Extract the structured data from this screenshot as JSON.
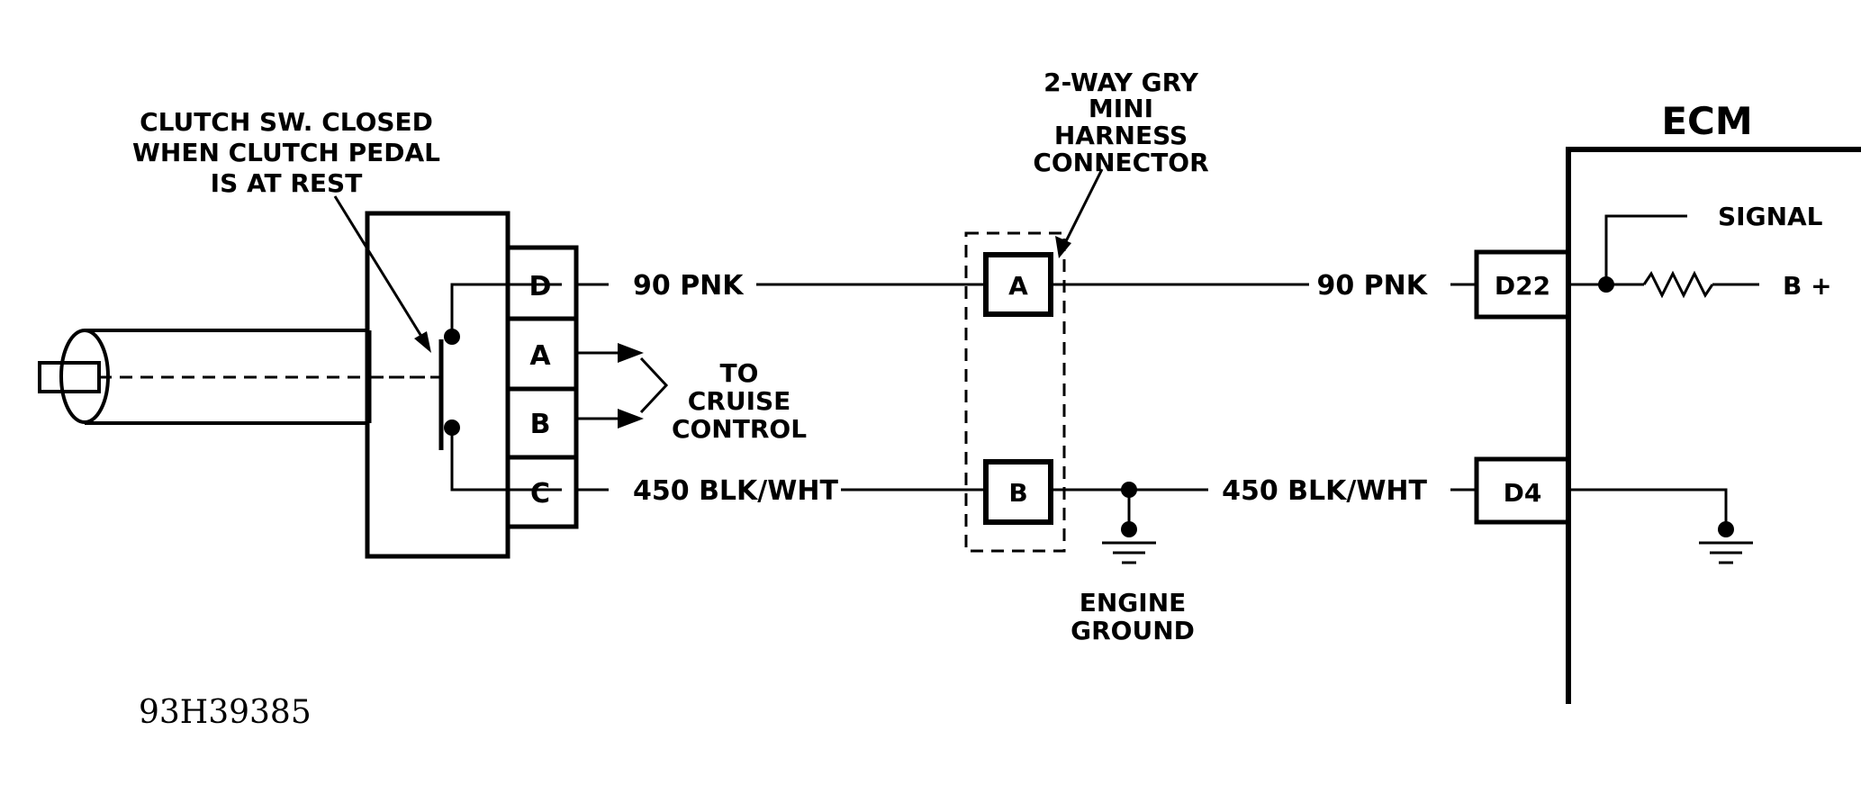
{
  "colors": {
    "ink": "#000000",
    "background": "#ffffff"
  },
  "switch": {
    "label_lines": [
      "CLUTCH SW. CLOSED",
      "WHEN CLUTCH PEDAL",
      "IS AT REST"
    ],
    "terminals": [
      "D",
      "A",
      "B",
      "C"
    ]
  },
  "cruise": {
    "label_lines": [
      "TO",
      "CRUISE",
      "CONTROL"
    ]
  },
  "connector": {
    "label_lines": [
      "2-WAY GRY",
      "MINI",
      "HARNESS",
      "CONNECTOR"
    ],
    "terminals": [
      "A",
      "B"
    ]
  },
  "wires": {
    "top_left": "90 PNK",
    "top_right": "90 PNK",
    "bottom_left": "450 BLK/WHT",
    "bottom_right": "450 BLK/WHT"
  },
  "engine_ground": {
    "label_lines": [
      "ENGINE",
      "GROUND"
    ]
  },
  "ecm": {
    "title": "ECM",
    "terminals": [
      "D22",
      "D4"
    ],
    "signal_label": "SIGNAL",
    "supply_label": "B +"
  },
  "figure_id": "93H39385"
}
